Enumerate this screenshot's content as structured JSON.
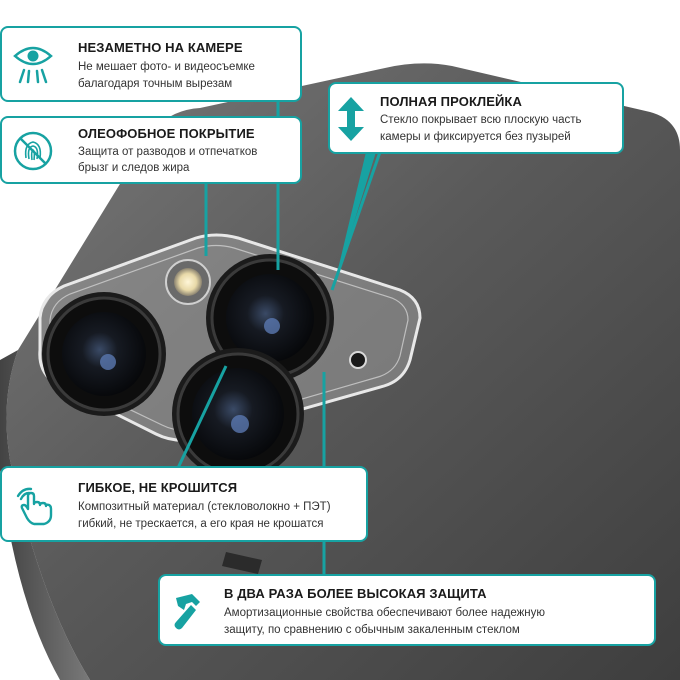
{
  "colors": {
    "accent": "#17a2a2",
    "phone_body": "#555555",
    "background": "#ffffff"
  },
  "callouts": [
    {
      "icon": "eye-icon",
      "title": "НЕЗАМЕТНО НА КАМЕРЕ",
      "lines": [
        "Не мешает фото- и видеосъемке",
        "балагодаря точным вырезам"
      ]
    },
    {
      "icon": "no-fingerprint-icon",
      "title": "ОЛЕОФОБНОЕ ПОКРЫТИЕ",
      "lines": [
        "Защита от разводов и отпечатков",
        "брызг и следов жира"
      ]
    },
    {
      "icon": "vertical-arrows-icon",
      "title": "ПОЛНАЯ ПРОКЛЕЙКА",
      "lines": [
        "Стекло покрывает всю плоскую часть",
        "камеры и фиксируется без пузырей"
      ]
    },
    {
      "icon": "touch-hand-icon",
      "title": "ГИБКОЕ, НЕ КРОШИТСЯ",
      "lines": [
        "Композитный материал (стекловолокно + ПЭТ)",
        "гибкий, не трескается, а его края не крошатся"
      ]
    },
    {
      "icon": "hammer-icon",
      "title": "В ДВА РАЗА БОЛЕЕ ВЫСОКАЯ ЗАЩИТА",
      "lines": [
        "Амортизационные свойства обеспечивают более надежную",
        "защиту, по сравнению с обычным закаленным стеклом"
      ]
    }
  ]
}
